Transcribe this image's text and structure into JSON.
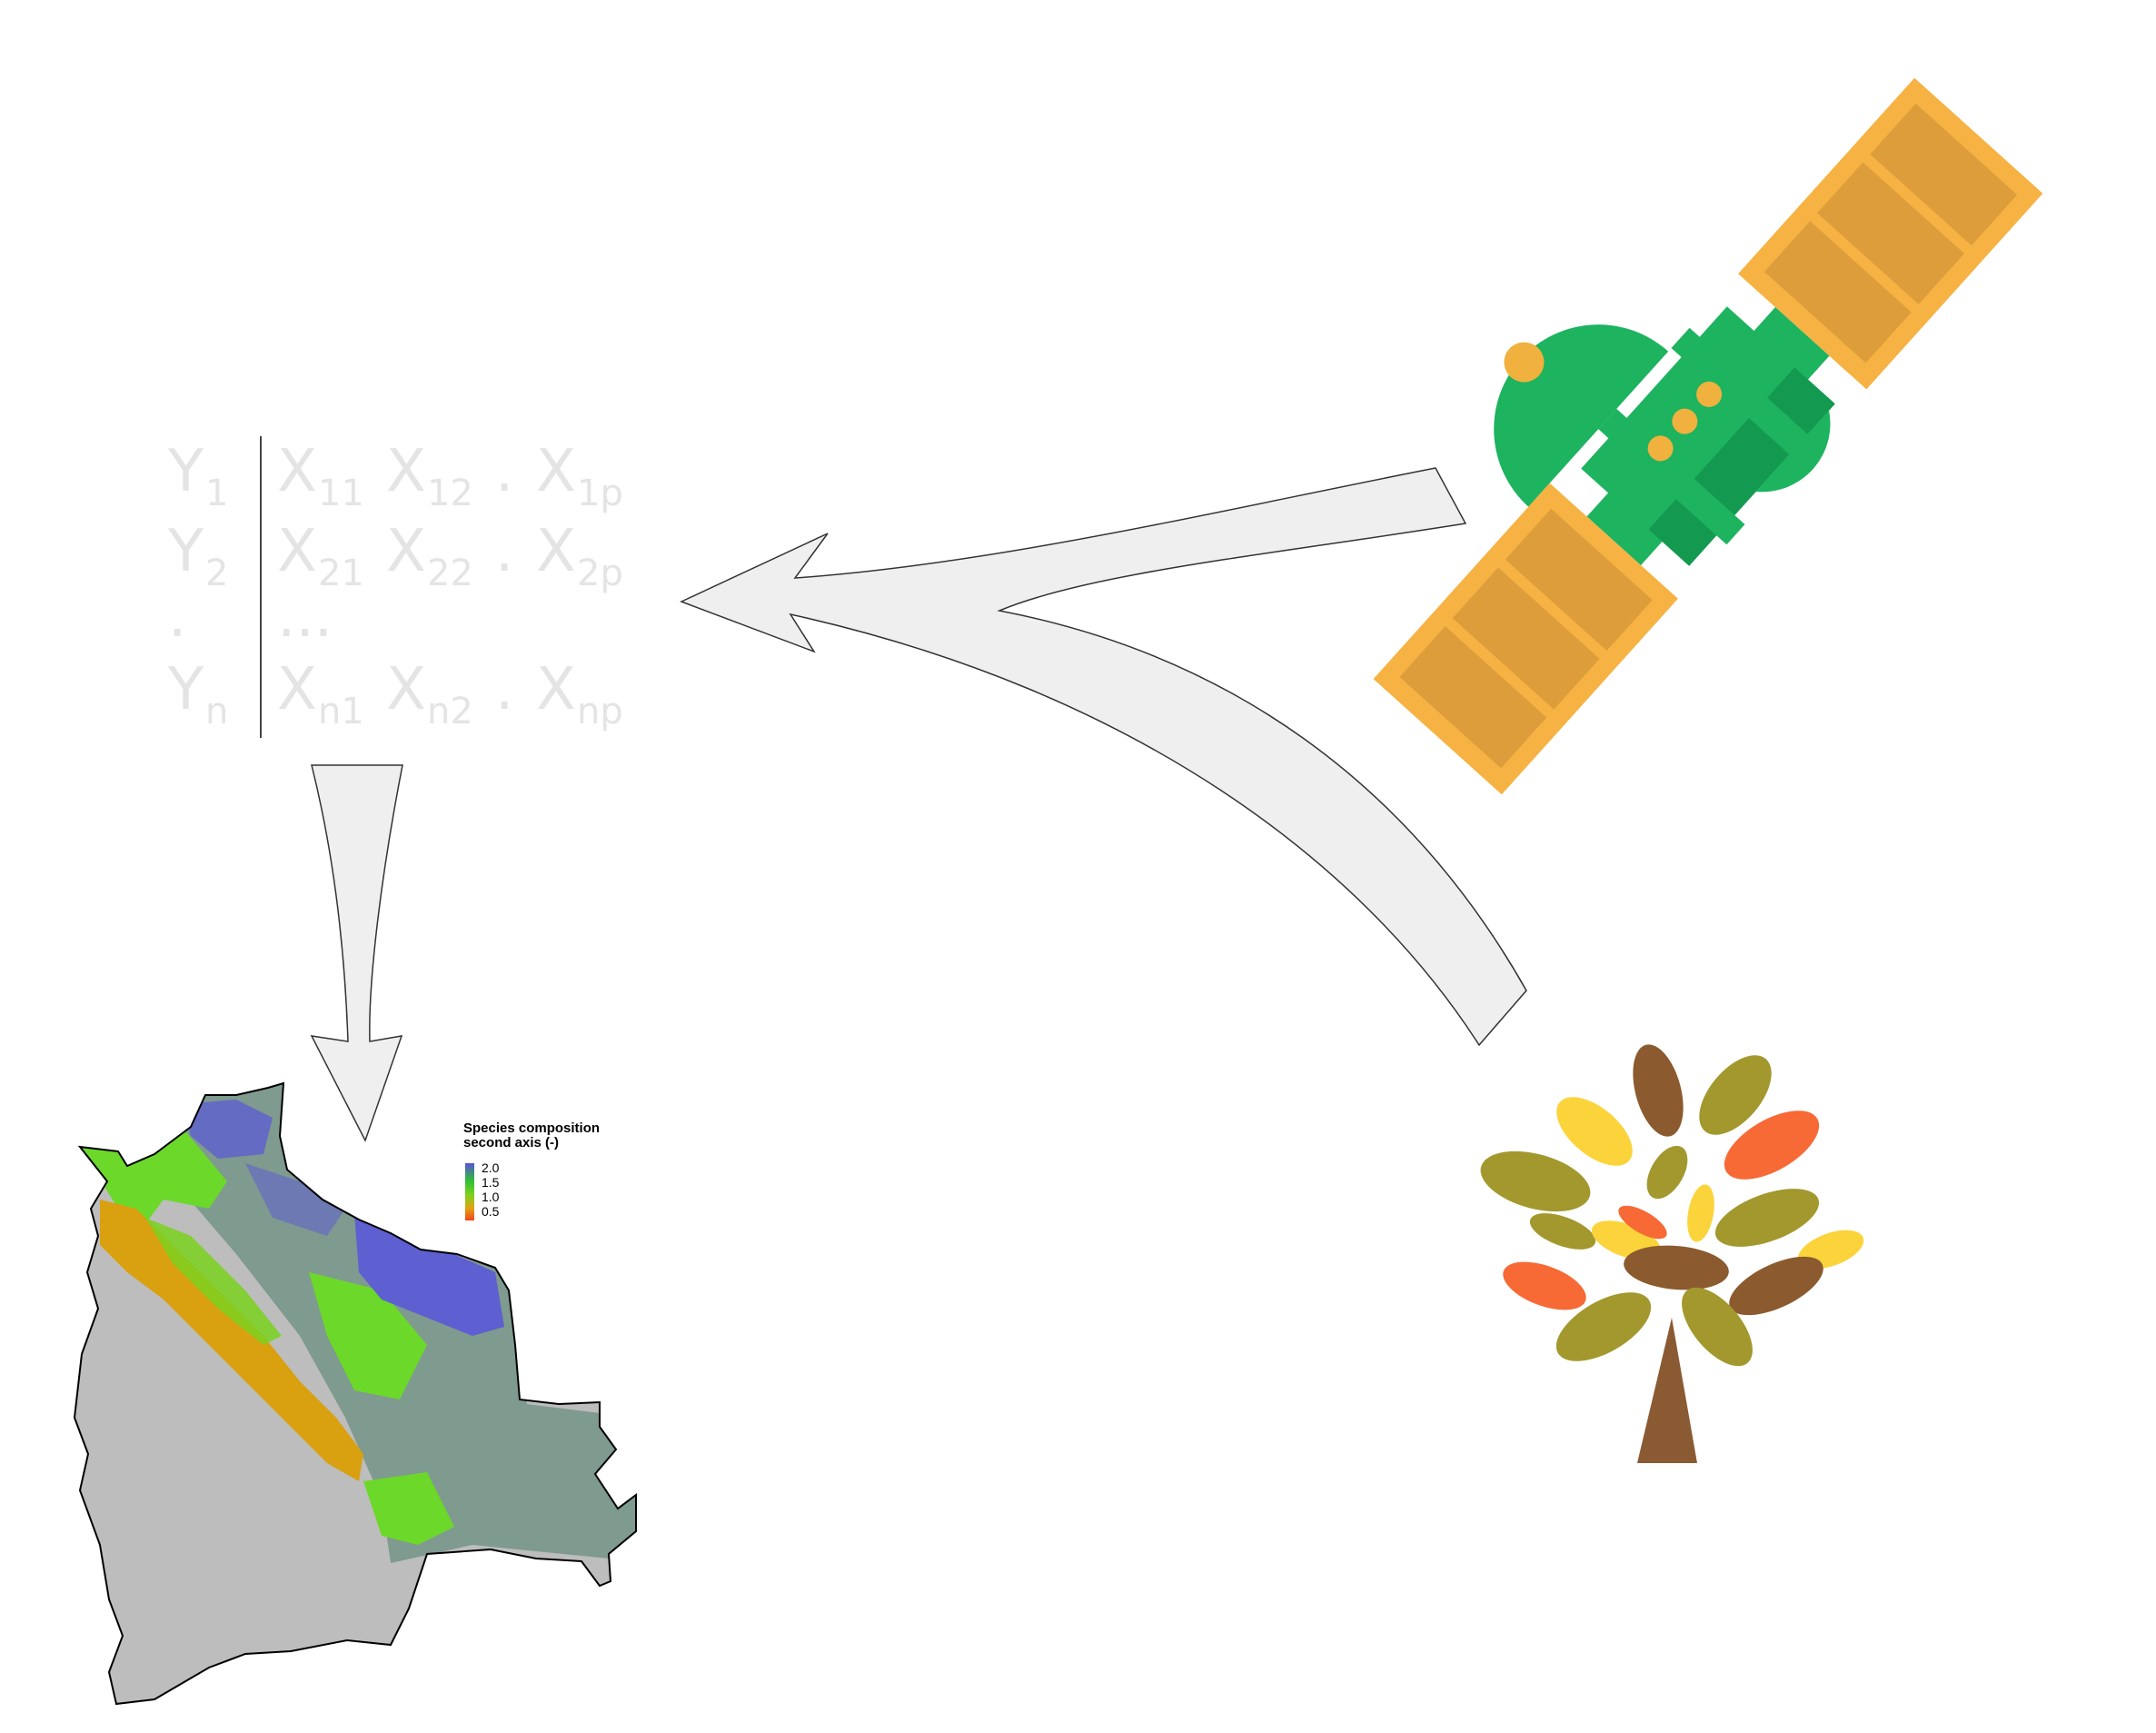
{
  "matrix": {
    "rows": [
      {
        "y": "Y",
        "y_sub": "1",
        "x_cells": [
          [
            "X",
            "11"
          ],
          [
            "X",
            "12"
          ],
          [
            ".",
            ""
          ],
          [
            "X",
            "1p"
          ]
        ]
      },
      {
        "y": "Y",
        "y_sub": "2",
        "x_cells": [
          [
            "X",
            "21"
          ],
          [
            "X",
            "22"
          ],
          [
            ".",
            ""
          ],
          [
            "X",
            "2p"
          ]
        ]
      },
      {
        "y": ".",
        "y_sub": "",
        "x_cells": [
          [
            "...",
            ""
          ]
        ]
      },
      {
        "y": "Y",
        "y_sub": "n",
        "x_cells": [
          [
            "X",
            "n1"
          ],
          [
            "X",
            "n2"
          ],
          [
            ".",
            ""
          ],
          [
            "X",
            "np"
          ]
        ]
      }
    ],
    "text_color": "#e4e4e4"
  },
  "legend": {
    "title_line1": "Species composition",
    "title_line2": "second axis (-)",
    "ticks": [
      "2.0",
      "1.5",
      "1.0",
      "0.5"
    ],
    "gradient_colors": [
      "#5a52d9",
      "#2fbd38",
      "#7ad11f",
      "#e0a412",
      "#f2471d"
    ]
  },
  "map": {
    "base_color": "#bdbdbd",
    "colors": {
      "blue": "#5e5fd0",
      "slate": "#7f9a8f",
      "green": "#6cd92a",
      "orange": "#d9a00f"
    }
  },
  "arrows": {
    "fill": "#efefef",
    "stroke": "#333333"
  },
  "satellite": {
    "panel_outer": "#f6b242",
    "panel_inner": "#dc9d3a",
    "body": "#1db35f",
    "body_dark": "#149a50",
    "bolt": "#f0b13e"
  },
  "tree": {
    "trunk": "#8a5a33",
    "leaf_colors": [
      "#8b5a2e",
      "#a2982d",
      "#fbd43c",
      "#f76a35"
    ]
  }
}
